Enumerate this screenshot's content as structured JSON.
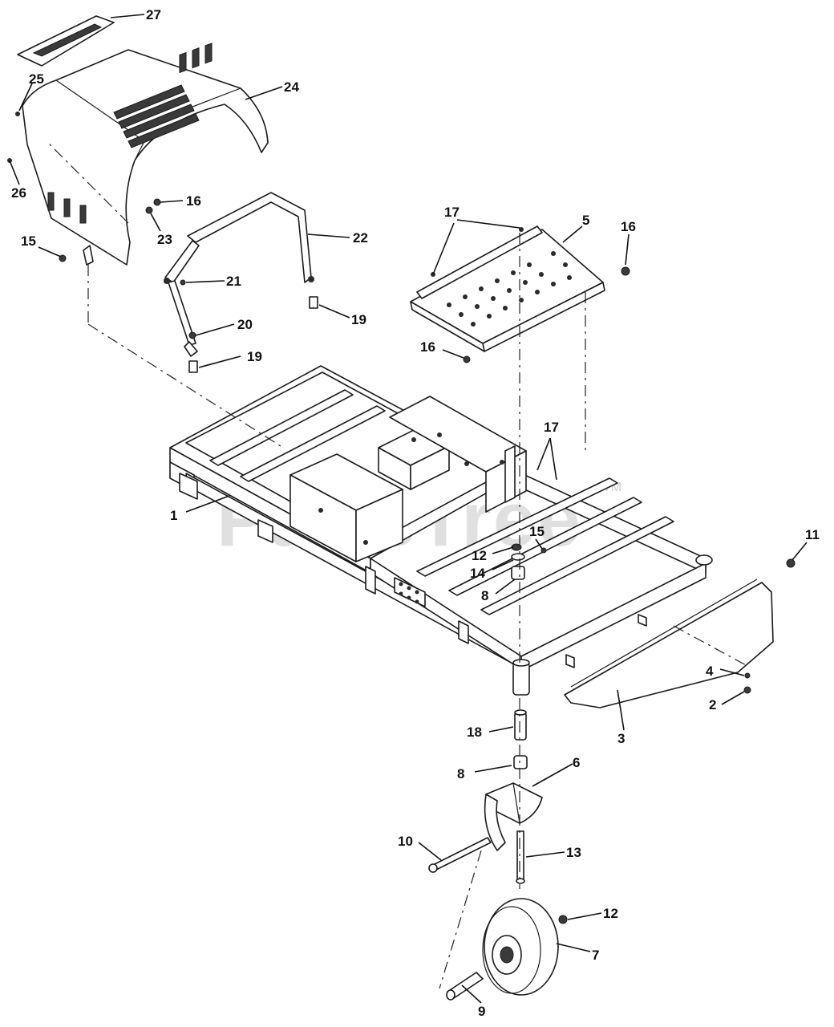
{
  "watermark": {
    "text": "PartsTree",
    "trademark": "TM"
  },
  "callouts": {
    "c27": "27",
    "c25": "25",
    "c24": "24",
    "c26": "26",
    "c16a": "16",
    "c23": "23",
    "c22": "22",
    "c15a": "15",
    "c21": "21",
    "c20": "20",
    "c19a": "19",
    "c19b": "19",
    "c17a": "17",
    "c5": "5",
    "c16b": "16",
    "c16c": "16",
    "c17b": "17",
    "c1": "1",
    "c15b": "15",
    "c11": "11",
    "c12a": "12",
    "c14": "14",
    "c8a": "8",
    "c4": "4",
    "c2": "2",
    "c3": "3",
    "c18": "18",
    "c8b": "8",
    "c6": "6",
    "c10": "10",
    "c13": "13",
    "c12b": "12",
    "c7": "7",
    "c9": "9"
  }
}
